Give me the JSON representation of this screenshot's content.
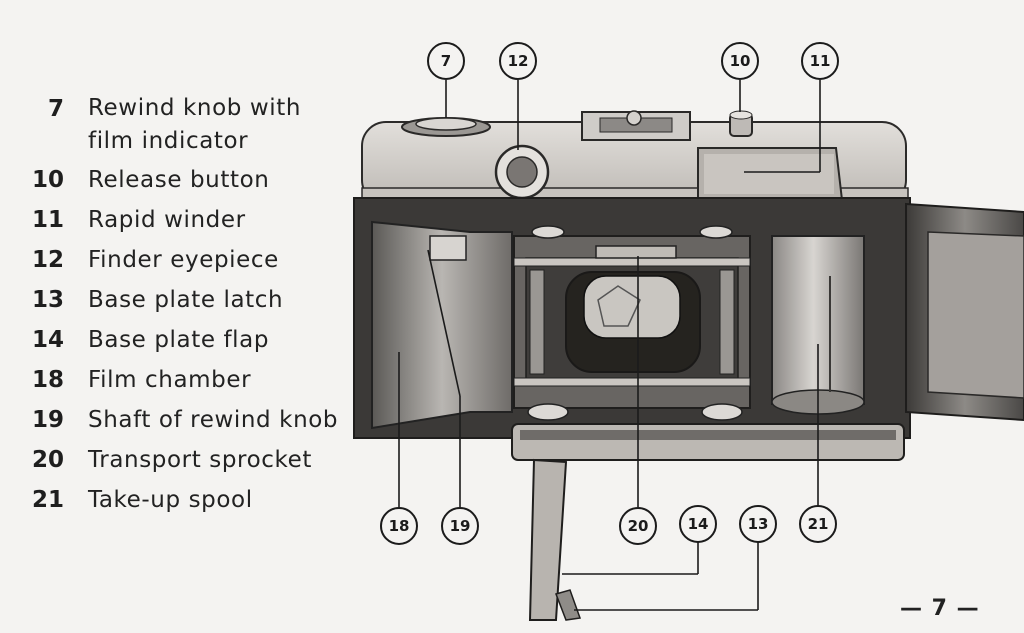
{
  "legend": [
    {
      "num": "7",
      "label": "Rewind knob with",
      "label2": "film indicator"
    },
    {
      "num": "10",
      "label": "Release button"
    },
    {
      "num": "11",
      "label": "Rapid winder"
    },
    {
      "num": "12",
      "label": "Finder eyepiece"
    },
    {
      "num": "13",
      "label": "Base plate latch"
    },
    {
      "num": "14",
      "label": "Base plate flap"
    },
    {
      "num": "18",
      "label": "Film chamber"
    },
    {
      "num": "19",
      "label": "Shaft of rewind knob"
    },
    {
      "num": "20",
      "label": "Transport sprocket"
    },
    {
      "num": "21",
      "label": "Take-up spool"
    }
  ],
  "callouts": {
    "c7": "7",
    "c12": "12",
    "c10": "10",
    "c11": "11",
    "c18": "18",
    "c19": "19",
    "c20": "20",
    "c14": "14",
    "c13": "13",
    "c21": "21"
  },
  "page_number": "— 7 —",
  "colors": {
    "background": "#f4f3f1",
    "ink": "#222222",
    "body": "#d6d3cf",
    "dark": "#3a3836"
  }
}
